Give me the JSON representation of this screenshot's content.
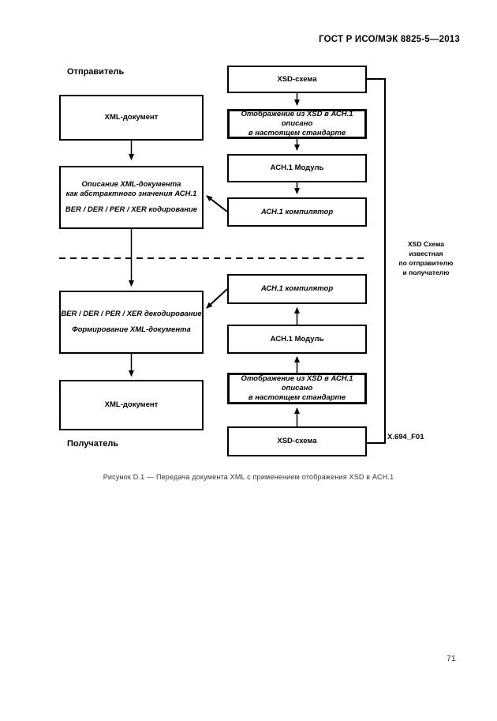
{
  "header": {
    "standard": "ГОСТ Р ИСО/МЭК 8825-5—2013"
  },
  "footer": {
    "page_number": "71"
  },
  "figure": {
    "caption": "Рисунок D.1 — Передача документа XML с применением отображения XSD в АСН.1",
    "figure_ref": "X.694_F01",
    "sender_label": "Отправитель",
    "receiver_label": "Получатель",
    "side_note": [
      "XSD Схема",
      "известная",
      "по отправителю",
      "и получателю"
    ],
    "boxes": {
      "xml_doc_top": "XML-документ",
      "xsd_schema_top": "XSD-схема",
      "mapping_top": [
        "Отображение из XSD в АСН.1 описано",
        "в настоящем стандарте"
      ],
      "asn_module_top": "АСН.1 Модуль",
      "asn_compiler_top": "АСН.1 компилятор",
      "description": [
        "Описание XML-документа",
        "как абстрактного значения АСН.1",
        "BER / DER / PER / XER кодирование"
      ],
      "asn_compiler_bottom": "АСН.1 компилятор",
      "asn_module_bottom": "АСН.1 Модуль",
      "mapping_bottom": [
        "Отображение из XSD в АСН.1 описано",
        "в настоящем стандарте"
      ],
      "xsd_schema_bottom": "XSD-схема",
      "decode": [
        "BER / DER / PER / XER декодирование",
        "Формирование XML-документа"
      ],
      "xml_doc_bottom": "XML-документ"
    }
  }
}
